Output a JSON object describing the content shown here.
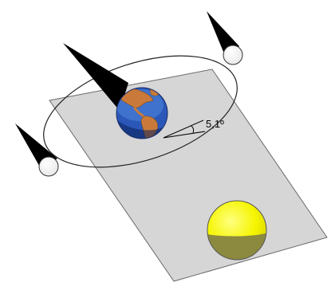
{
  "diagram": {
    "angle_label": "5,1º",
    "colors": {
      "background": "#ffffff",
      "ecliptic_plane": "#d6d6d6",
      "orbit_line": "#000000",
      "shadow_cone": "#000000",
      "moon": "#ffffff",
      "earth_ocean": "#2b58b8",
      "earth_land": "#c97a3a",
      "sun_lit": "#f5f500",
      "sun_shaded": "#8c8a3e"
    },
    "elements": {
      "plane": "ecliptic-plane",
      "orbit": "lunar-orbit-ellipse",
      "earth": "earth-globe-icon",
      "sun": "sun-sphere",
      "moons": [
        "moon-top-right",
        "moon-left"
      ],
      "shadows": [
        "earth-shadow-cone",
        "moon-shadow-cone-top-right",
        "moon-shadow-cone-left"
      ]
    }
  }
}
